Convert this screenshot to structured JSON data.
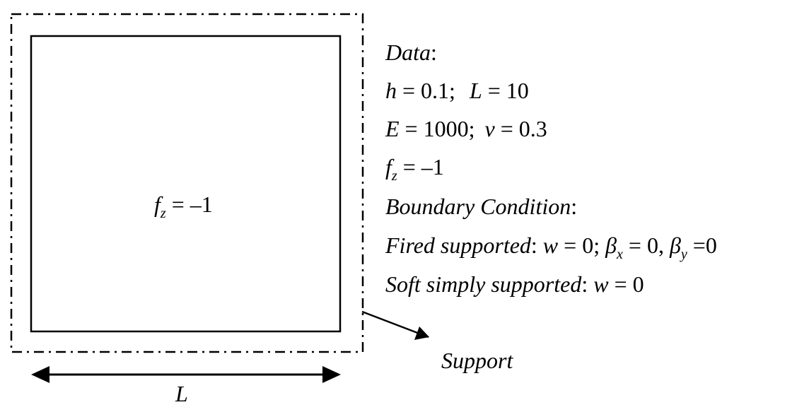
{
  "plate": {
    "load": {
      "symbol": "f",
      "subscript": "z",
      "rest": " = –1"
    }
  },
  "dimension": {
    "label": "L"
  },
  "support": {
    "label": "Support"
  },
  "data_panel": {
    "data_heading": "Data",
    "h_symbol": "h",
    "h_value": " = 0.1;",
    "L_symbol": "L",
    "L_value": " = 10",
    "E_symbol": "E",
    "E_value": " = 1000;",
    "nu_symbol": "v",
    "nu_value": " = 0.3",
    "fz_symbol": "f",
    "fz_subscript": "z",
    "fz_value": " = –1",
    "bc_heading": "Boundary Condition",
    "fixed_label": "Fired supported",
    "fixed_w_symbol": "w",
    "fixed_w_value": " = 0; ",
    "beta": "β",
    "beta_x_sub": "x",
    "beta_x_value": " = 0, ",
    "beta_y_sub": "y",
    "beta_y_value": " =0",
    "soft_label": "Soft simply supported",
    "soft_w_symbol": "w",
    "soft_w_value": " = 0",
    "colon": ":"
  }
}
